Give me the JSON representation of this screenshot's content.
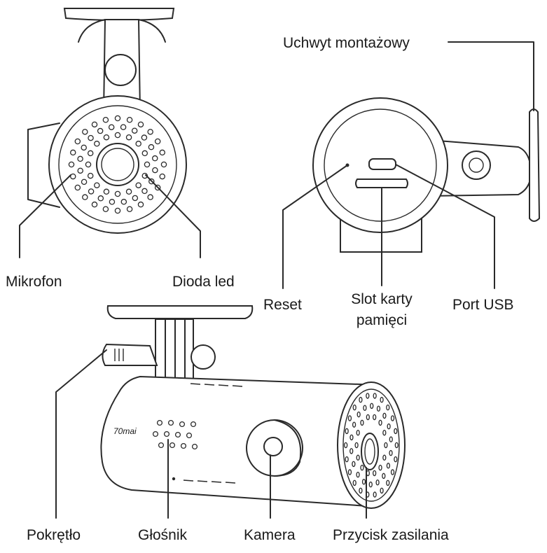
{
  "labels": {
    "mount": "Uchwyt montażowy",
    "microphone": "Mikrofon",
    "led": "Dioda led",
    "reset": "Reset",
    "card_slot_line1": "Slot karty",
    "card_slot_line2": "pamięci",
    "usb_port": "Port USB",
    "knob": "Pokrętło",
    "speaker": "Głośnik",
    "camera": "Kamera",
    "power_button": "Przycisk zasilania"
  },
  "device_brand": "70mai"
}
